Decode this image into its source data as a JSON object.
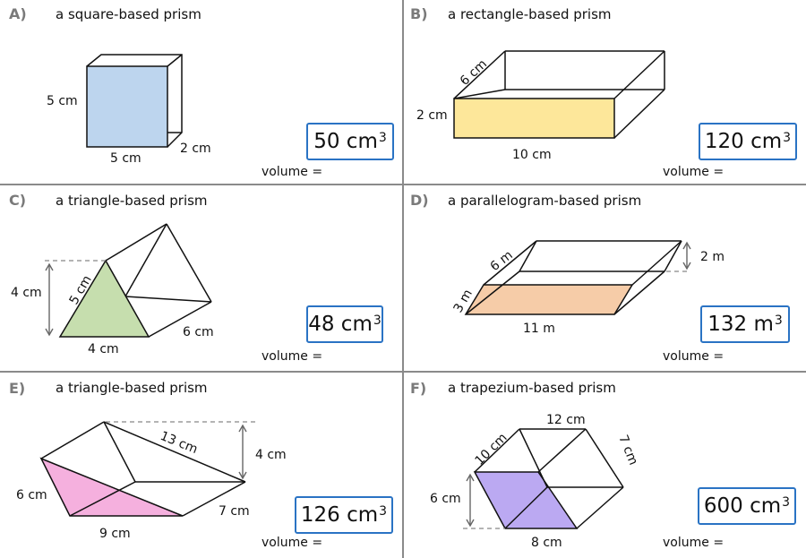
{
  "panels": [
    {
      "letter": "A)",
      "title": "a square-based prism",
      "volume_label": "volume =",
      "answer": {
        "value": "50",
        "unit": "cm",
        "exp": "3"
      },
      "dims": {
        "height": "5 cm",
        "width": "5 cm",
        "depth": "2 cm"
      },
      "face_color": "#bdd5ee"
    },
    {
      "letter": "B)",
      "title": "a rectangle-based prism",
      "volume_label": "volume =",
      "answer": {
        "value": "120",
        "unit": "cm",
        "exp": "3"
      },
      "dims": {
        "depth": "6 cm",
        "height": "2 cm",
        "width": "10 cm"
      },
      "face_color": "#fde79a"
    },
    {
      "letter": "C)",
      "title": "a triangle-based prism",
      "volume_label": "volume =",
      "answer": {
        "value": "48",
        "unit": "cm",
        "exp": "3"
      },
      "dims": {
        "height": "4 cm",
        "slant": "5 cm",
        "base": "4 cm",
        "length": "6 cm"
      },
      "face_color": "#c6deae"
    },
    {
      "letter": "D)",
      "title": "a parallelogram-based prism",
      "volume_label": "volume =",
      "answer": {
        "value": "132",
        "unit": "m",
        "exp": "3"
      },
      "dims": {
        "height": "2 m",
        "depth": "6 m",
        "side": "3 m",
        "base": "11 m"
      },
      "face_color": "#f6cca8"
    },
    {
      "letter": "E)",
      "title": "a triangle-based prism",
      "volume_label": "volume =",
      "answer": {
        "value": "126",
        "unit": "cm",
        "exp": "3"
      },
      "dims": {
        "slant": "13 cm",
        "height": "4 cm",
        "side": "6 cm",
        "base": "9 cm",
        "length": "7 cm"
      },
      "face_color": "#f5b0de"
    },
    {
      "letter": "F)",
      "title": "a trapezium-based prism",
      "volume_label": "volume =",
      "answer": {
        "value": "600",
        "unit": "cm",
        "exp": "3"
      },
      "dims": {
        "top": "12 cm",
        "slant": "10 cm",
        "right": "7 cm",
        "height": "6 cm",
        "base": "8 cm"
      },
      "face_color": "#bba9f2"
    }
  ],
  "colors": {
    "divider": "#8a8a8a",
    "answer_border": "#2a73c4",
    "guide": "#888888"
  }
}
